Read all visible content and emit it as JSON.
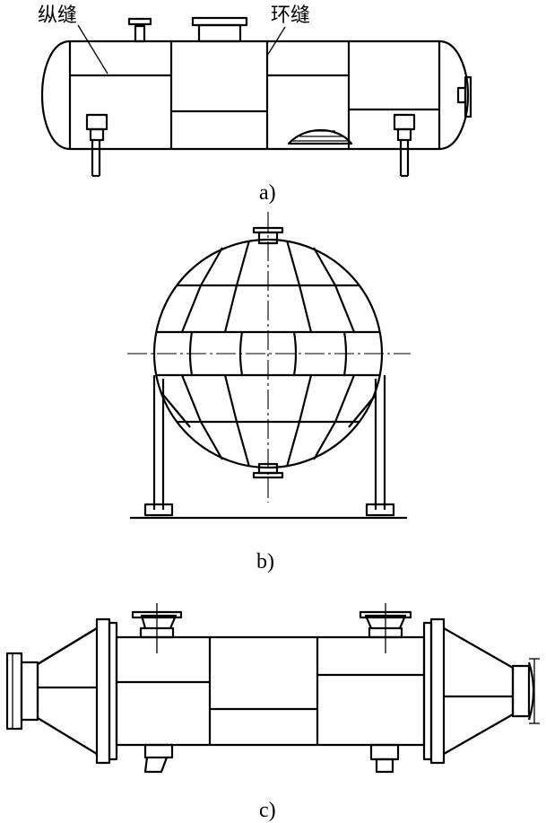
{
  "figure_a": {
    "caption": "a)",
    "label_longitudinal": "纵缝",
    "label_circumferential": "环缝"
  },
  "figure_b": {
    "caption": "b)"
  },
  "figure_c": {
    "caption": "c)"
  }
}
